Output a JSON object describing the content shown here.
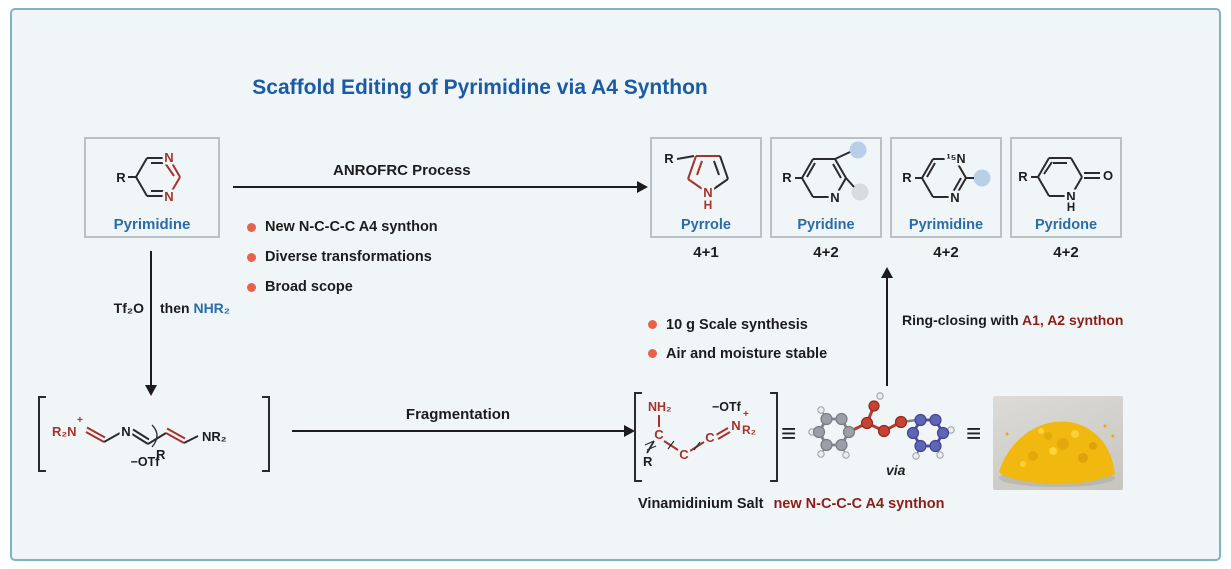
{
  "title": "Scaffold Editing of Pyrimidine via A4 Synthon",
  "colors": {
    "title_blue": "#1b5aa5",
    "name_blue": "#2a6ca8",
    "accent_maroon": "#8c1d18",
    "bullet_orange": "#e8614d",
    "bond_red": "#a5332c",
    "circle_blue": "#b9cfe8",
    "circle_gray": "#d9dcde",
    "panel_border_teal": "#7db4c4"
  },
  "start_box": {
    "name": "Pyrimidine"
  },
  "main_arrow": {
    "label": "ANROFRC Process"
  },
  "feature_bullets": [
    "New N-C-C-C A4 synthon",
    "Diverse transformations",
    "Broad scope"
  ],
  "scale_bullets": [
    "10 g Scale synthesis",
    "Air and moisture stable"
  ],
  "products": [
    {
      "name": "Pyrrole",
      "mode": "4+1"
    },
    {
      "name": "Pyridine",
      "mode": "4+2"
    },
    {
      "name": "Pyrimidine",
      "mode": "4+2"
    },
    {
      "name": "Pyridone",
      "mode": "4+2"
    }
  ],
  "activation": {
    "reagent_left": "Tf₂O",
    "reagent_right_prefix": "then",
    "reagent_right_main": "NHR₂"
  },
  "intermediate": {
    "left_group": "R₂N",
    "left_plus": "+",
    "mid_n": "N",
    "r_label": "R",
    "right_group": "NR₂",
    "counterion": "−OTf"
  },
  "fragmentation_arrow": {
    "label": "Fragmentation"
  },
  "vinamidinium": {
    "amine": "NH₂",
    "counterion": "−OTf",
    "c1": "C",
    "c2": "C",
    "c3": "C",
    "r_label": "R",
    "n_label": "N",
    "plus": "+",
    "r2_label": "R₂",
    "caption": "Vinamidinium Salt",
    "caption_accent": "new N-C-C-C A4 synthon"
  },
  "ring_closing": {
    "prefix": "Ring-closing with",
    "accent": "A1, A2 synthon"
  },
  "equivalence_symbol": "≡",
  "via_label": "via",
  "atoms": {
    "n": "N",
    "h": "H",
    "o": "O",
    "r": "R",
    "n15": "¹⁵N"
  }
}
